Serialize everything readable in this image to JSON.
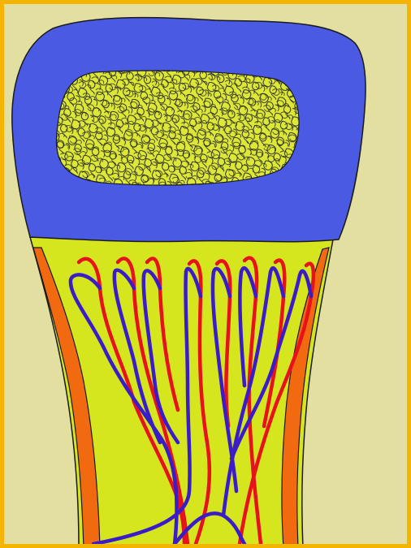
{
  "colors": {
    "frame_border": "#f4b400",
    "background": "#e2dfa0",
    "epiphysis_cartilage": "#4a5ae2",
    "ossification_center": "#dde836",
    "metaphysis_bone": "#d6e61e",
    "periosteum": "#f26a10",
    "artery": "#e8121a",
    "vein": "#3a1cc8",
    "outline": "#1a1a1a"
  },
  "icons": {
    "epiphysis": "blue-cartilage-cap",
    "ossification_center": "spongy-bone-texture",
    "metaphysis": "yellow-bone-shaft",
    "periosteum": "orange-cortical-strips",
    "vessel_loops": "red-blue-vascular-loops"
  }
}
